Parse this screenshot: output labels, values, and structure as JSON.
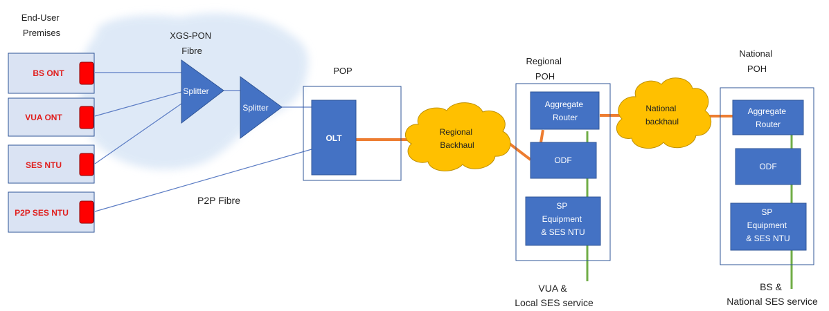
{
  "labels": {
    "end_user_premises": [
      "End-User",
      "Premises"
    ],
    "xgs_pon_fibre": [
      "XGS-PON",
      "Fibre"
    ],
    "pop": "POP",
    "regional_poh": [
      "Regional",
      "POH"
    ],
    "national_poh": [
      "National",
      "POH"
    ],
    "p2p_fibre": "P2P Fibre",
    "vua_local_service": [
      "VUA &",
      "Local SES service"
    ],
    "bs_national_service": [
      "BS &",
      "National SES service"
    ]
  },
  "devices": {
    "bs_ont": "BS ONT",
    "vua_ont": "VUA ONT",
    "ses_ntu": "SES NTU",
    "p2p_ses_ntu": "P2P SES NTU"
  },
  "splitters": {
    "splitter1": "Splitter",
    "splitter2": "Splitter"
  },
  "olt": "OLT",
  "clouds": {
    "regional_backhaul": [
      "Regional",
      "Backhaul"
    ],
    "national_backhaul": [
      "National",
      "backhaul"
    ]
  },
  "regional": {
    "aggregate_router": [
      "Aggregate",
      "Router"
    ],
    "odf": "ODF",
    "sp_equipment": [
      "SP",
      "Equipment",
      "& SES NTU"
    ]
  },
  "national": {
    "aggregate_router": [
      "Aggregate",
      "Router"
    ],
    "odf": "ODF",
    "sp_equipment": [
      "SP",
      "Equipment",
      "& SES NTU"
    ]
  },
  "colors": {
    "fibre_line": "#5b7cc4",
    "backhaul_link": "#ed7d31",
    "service_link": "#70ad47",
    "equipment_fill": "#4472c4",
    "device_fill": "#dae3f3",
    "port_red": "#ff0000",
    "cloud_fill": "#ffc000"
  }
}
